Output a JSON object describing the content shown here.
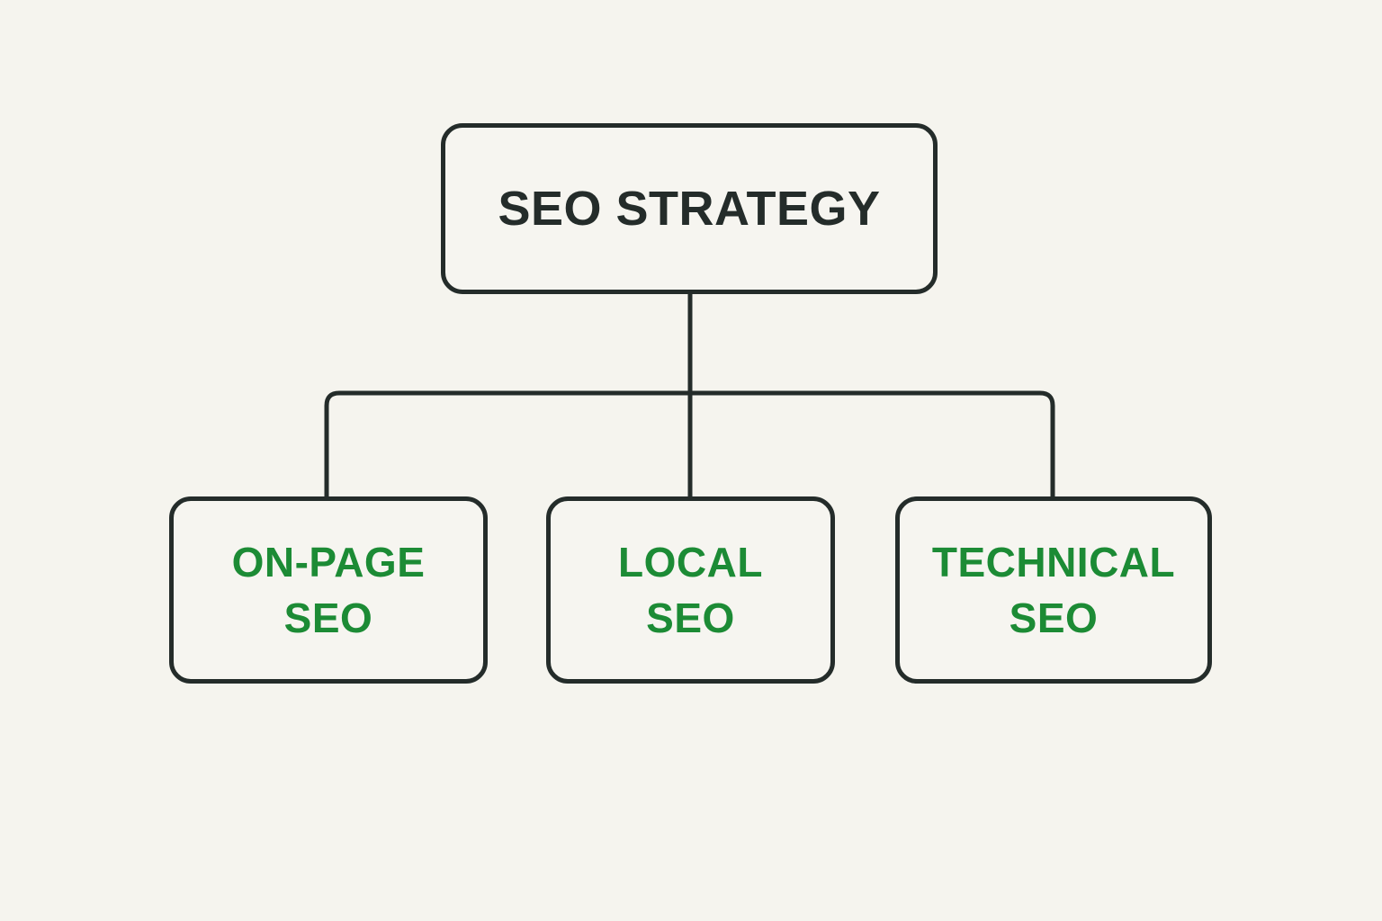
{
  "diagram": {
    "type": "flowchart",
    "root": {
      "label": "SEO STRATEGY"
    },
    "children": [
      {
        "label": "ON-PAGE\nSEO"
      },
      {
        "label": "LOCAL\nSEO"
      },
      {
        "label": "TECHNICAL\nSEO"
      }
    ],
    "relationships": [
      "SEO STRATEGY -> ON-PAGE SEO",
      "SEO STRATEGY -> LOCAL SEO",
      "SEO STRATEGY -> TECHNICAL SEO"
    ]
  },
  "colors": {
    "background": "#f5f4ee",
    "line": "#242c2a",
    "root_text": "#242c2a",
    "child_text": "#1c8b35"
  }
}
